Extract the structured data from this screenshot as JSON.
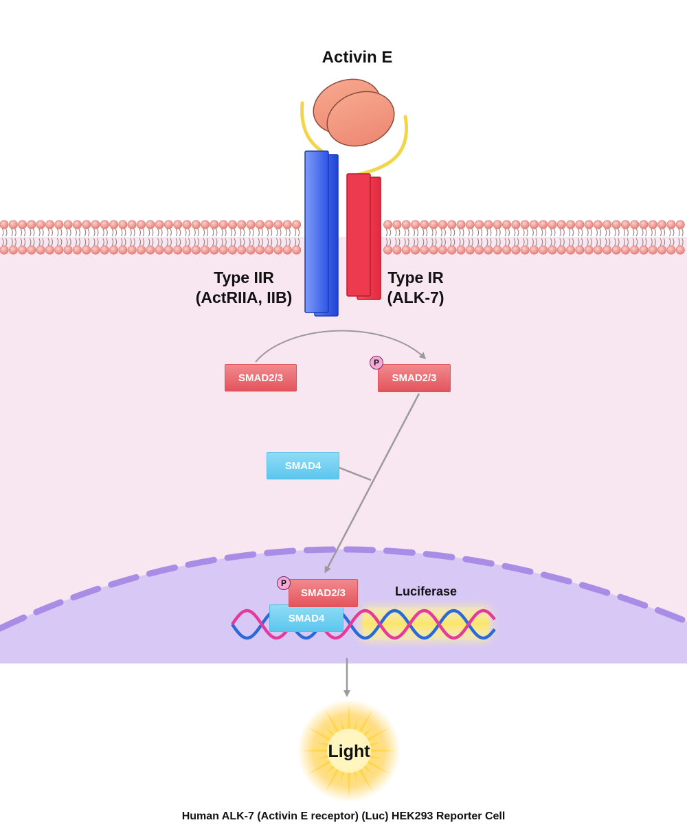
{
  "ligand": {
    "name": "Activin E"
  },
  "receptors": {
    "type_ii": {
      "line1": "Type IIR",
      "line2": "(ActRIIA, IIB)"
    },
    "type_i": {
      "line1": "Type IR",
      "line2": "(ALK-7)"
    }
  },
  "smads": {
    "smad23_inactive": "SMAD2/3",
    "smad23_phospho": "SMAD2/3",
    "smad4_cytoplasm": "SMAD4",
    "smad23_nucleus": "SMAD2/3",
    "smad4_nucleus": "SMAD4"
  },
  "phospho_label": "P",
  "reporter": {
    "gene": "Luciferase",
    "output": "Light"
  },
  "caption": "Human ALK-7 (Activin E receptor) (Luc) HEK293 Reporter Cell",
  "colors": {
    "cytoplasm": "#f8e6f0",
    "nucleus": "#d7c8f5",
    "nuclear_envelope": "#a98ce6",
    "lipid_head": "#f1928d",
    "type_ii_receptor": "#4f73f0",
    "type_i_receptor": "#e8304a",
    "ligand": "#f49a80",
    "linker": "#f2d54a",
    "smad23": "#e95a62",
    "smad4": "#6ccbf0",
    "phospho": "#f4a9d6",
    "arrow": "#999999"
  }
}
